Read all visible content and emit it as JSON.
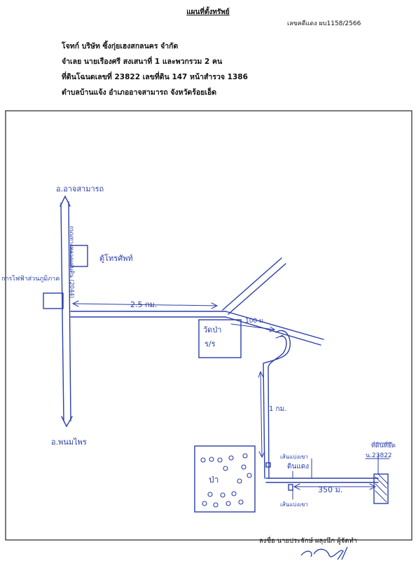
{
  "header": {
    "title": "แผนที่ตั้งทรัพย์",
    "case_number": "เลขคดีแดง ผบ1158/2566",
    "plaintiff": "โจทก์ บริษัท ซิ้งกุ่ยเฮงสกลนคร จำกัด",
    "defendant": "จำเลย นายเรืองศรี สงเสนาที่ 1 และพวกรวม 2 คน",
    "deed": "ที่ดินโฉนดเลขที่ 23822 เลขที่ดิน 147 หน้าสำรวจ 1386",
    "location": "ตำบลบ้านแจ้ง อำเภออาจสามารถ จังหวัดร้อยเอ็ด"
  },
  "map": {
    "north_destination": "อ.อาจสามารถ",
    "south_destination": "อ.พนมไพร",
    "highway_label": "ถนนทางหลวงแผ่นดิน (2044)",
    "phone_booth": "ตู้โทรศัพท์",
    "electric_office": "การไฟฟ้าส่วนภูมิภาค",
    "distance_main": "2.5 กม.",
    "temple": "วัดป่า",
    "temple_sub": "ร/ร",
    "distance_100": "100 ม.",
    "distance_1km": "1 กม.",
    "forest": "ป่า",
    "boundary_marker_top": "เส้นแบ่งเขา",
    "boundary_marker_top2": "ดินแดง",
    "boundary_marker_bottom": "เส้นแบ่งเขา",
    "distance_350": "350 ม.",
    "property_label": "ที่ดินที่ยึด",
    "deed_short": "น.23822"
  },
  "footer": {
    "signature_line": "ลงชื่อ นายประจักษ์ ผลุงนึก ผู้จัดทำ"
  },
  "colors": {
    "ink": "#2b3fa8",
    "print": "#111111"
  }
}
